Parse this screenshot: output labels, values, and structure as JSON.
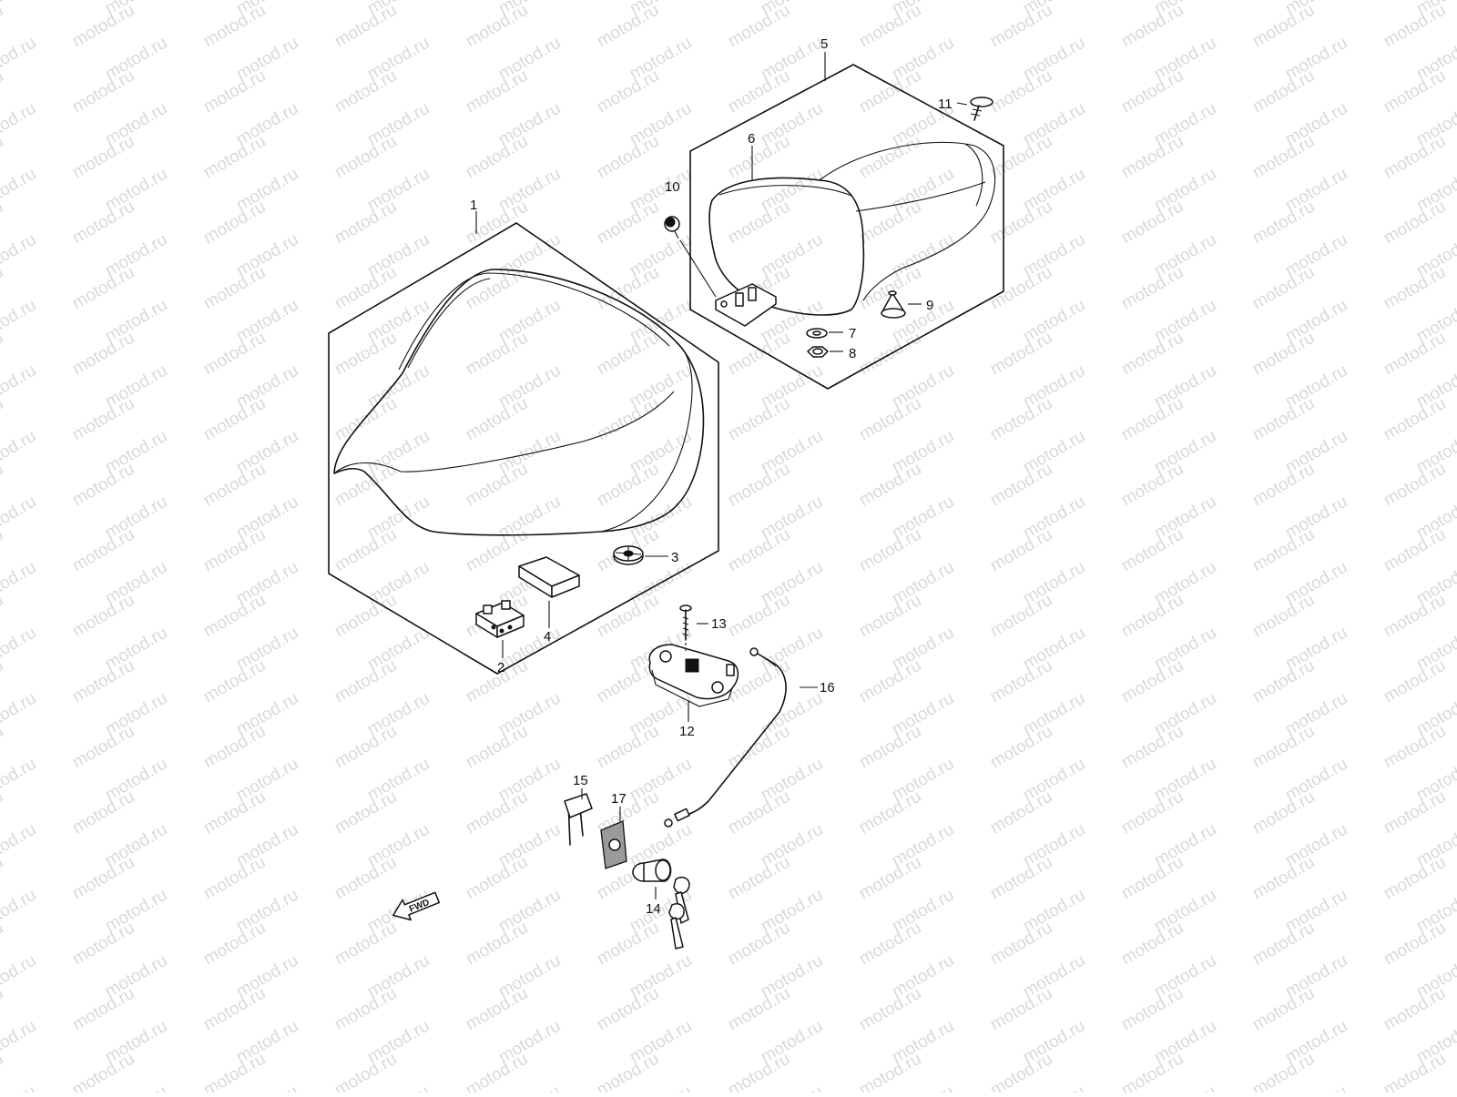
{
  "watermark": {
    "text": "motod.ru",
    "color": "#d9d9d9"
  },
  "callouts": [
    {
      "id": "1",
      "label": "1"
    },
    {
      "id": "2",
      "label": "2"
    },
    {
      "id": "3",
      "label": "3"
    },
    {
      "id": "4",
      "label": "4"
    },
    {
      "id": "5",
      "label": "5"
    },
    {
      "id": "6",
      "label": "6"
    },
    {
      "id": "7",
      "label": "7"
    },
    {
      "id": "8",
      "label": "8"
    },
    {
      "id": "9",
      "label": "9"
    },
    {
      "id": "10",
      "label": "10"
    },
    {
      "id": "11",
      "label": "11"
    },
    {
      "id": "12",
      "label": "12"
    },
    {
      "id": "13",
      "label": "13"
    },
    {
      "id": "14",
      "label": "14"
    },
    {
      "id": "15",
      "label": "15"
    },
    {
      "id": "16",
      "label": "16"
    },
    {
      "id": "17",
      "label": "17"
    }
  ],
  "fwd_arrow": {
    "text": "FWD",
    "icon": "forward-arrow-icon"
  }
}
